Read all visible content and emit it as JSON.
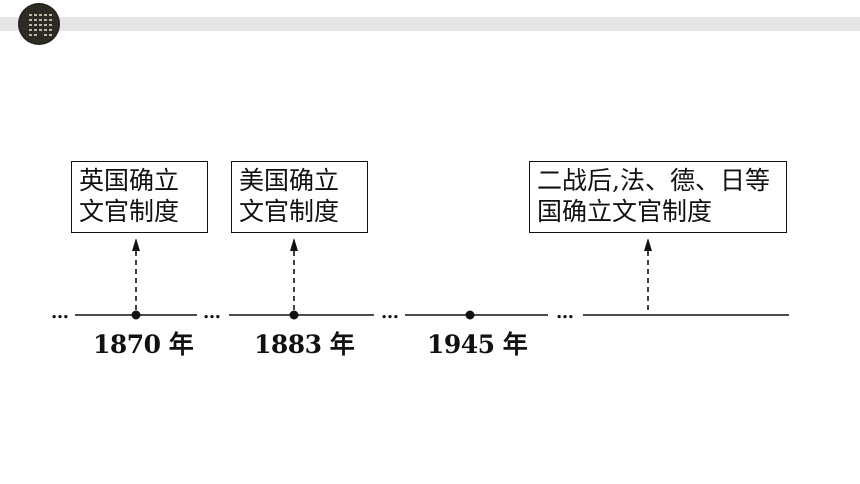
{
  "events": [
    {
      "line1": "英国确立",
      "line2": "文官制度"
    },
    {
      "line1": "美国确立",
      "line2": "文官制度"
    },
    {
      "line1": "二战后,法、德、日等",
      "line2": "国确立文官制度"
    }
  ],
  "timeline": {
    "years": [
      "1870 年",
      "1883 年",
      "1945 年"
    ],
    "ellipsis": "…"
  }
}
